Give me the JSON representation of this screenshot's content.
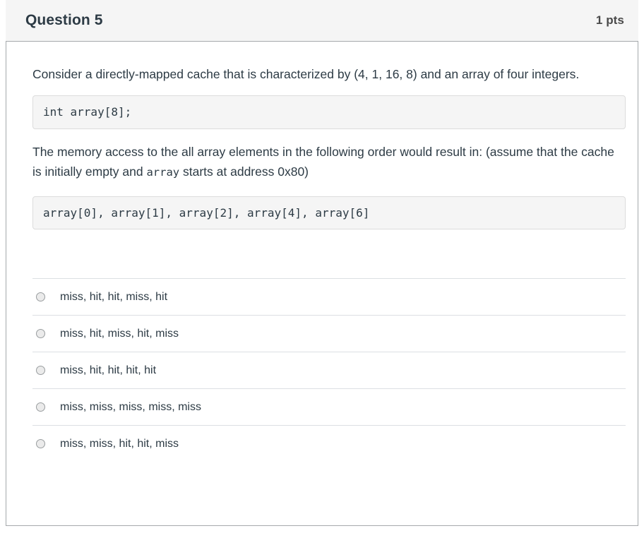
{
  "question": {
    "name": "Question 5",
    "points": "1 pts",
    "paragraph_1": "Consider a directly-mapped cache that is characterized by (4, 1, 16, 8) and an array of four integers.",
    "code_1": "int array[8];",
    "paragraph_2_part_1": "The memory access to the all array elements in the following order would result in: (assume that the cache is initially empty and ",
    "paragraph_2_code": "array",
    "paragraph_2_part_2": " starts at address 0x80)",
    "code_2": "array[0], array[1], array[2], array[4], array[6]",
    "answers": [
      {
        "label": "miss, hit, hit, miss, hit",
        "selected": false
      },
      {
        "label": "miss, hit, miss, hit, miss",
        "selected": false
      },
      {
        "label": "miss, hit, hit, hit, hit",
        "selected": false
      },
      {
        "label": "miss, miss, miss, miss, miss",
        "selected": false
      },
      {
        "label": "miss, miss, hit, hit, miss",
        "selected": false
      }
    ]
  },
  "colors": {
    "header_bg": "#f5f5f5",
    "text": "#2d3b45",
    "card_border": "#a5a9ac",
    "code_bg": "#f5f5f5",
    "separator": "#dcdfe3"
  }
}
